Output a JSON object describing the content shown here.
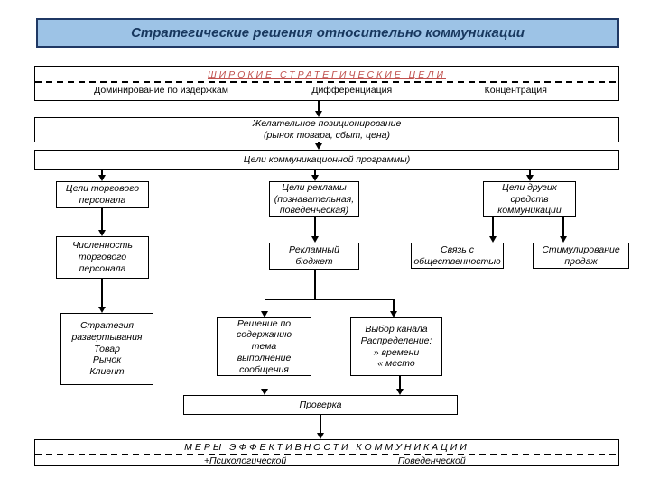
{
  "title": "Стратегические решения относительно коммуникации",
  "colors": {
    "title_bg": "#9DC3E6",
    "title_border": "#1F3864",
    "title_text": "#17375E",
    "goals_heading_red": "#C0504D",
    "box_border": "#000000",
    "background": "#FFFFFF"
  },
  "goals_box": {
    "heading": "ШИРОКИЕ СТРАТЕГИЧЕСКИЕ ЦЕЛИ",
    "items": [
      {
        "label": "Доминирование по издержкам"
      },
      {
        "label": "Дифференциация"
      },
      {
        "label": "Концентрация"
      }
    ]
  },
  "positioning_box": {
    "text": "Желательное позиционирование\n(рынок товара, сбыт, цена)"
  },
  "comm_program_box": {
    "text": "Цели коммуникационной программы)"
  },
  "nodes": {
    "sales_goals": {
      "text": "Цели торгового\nперсонала"
    },
    "ad_goals": {
      "text": "Цели рекламы\n(познавательная,\nповеденческая)"
    },
    "other_goals": {
      "text": "Цели других\nсредств\nкоммуникации"
    },
    "salesforce_size": {
      "text": "Численность\nторгового\nперсонала"
    },
    "ad_budget": {
      "text": "Рекламный\nбюджет"
    },
    "pr": {
      "text": "Связь с\nобщественностью"
    },
    "sales_promo": {
      "text": "Стимулирование\nпродаж"
    },
    "deployment_strategy": {
      "text": "Стратегия\nразвертывания\nТовар\nРынок\nКлиент"
    },
    "message_decision": {
      "text": "Решение по\nсодержанию\nтема\nвыполнение\nсообщения"
    },
    "channel_choice": {
      "text": "Выбор канала\nРаспределение:\n» времени\n« место"
    },
    "check": {
      "text": "Проверка"
    }
  },
  "measures_box": {
    "heading": "МЕРЫ ЭФФЕКТИВНОСТИ КОММУНИКАЦИИ",
    "items": [
      {
        "label": "+Психологической"
      },
      {
        "label": "Поведенческой"
      }
    ]
  }
}
